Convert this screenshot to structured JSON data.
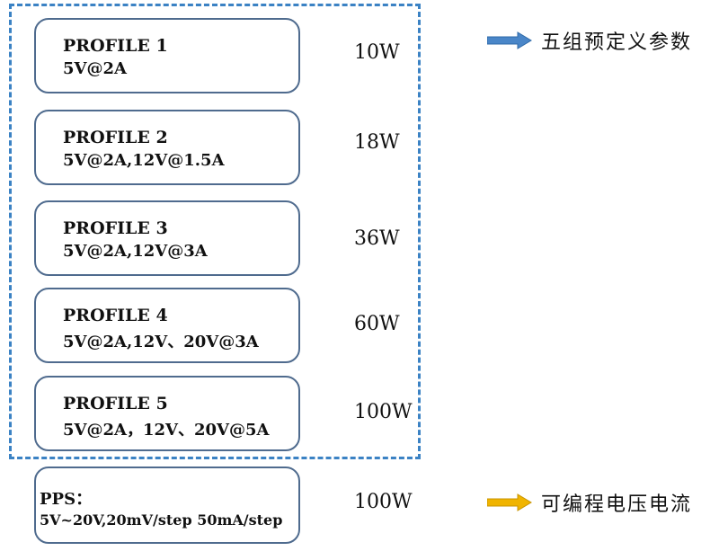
{
  "profiles": [
    {
      "name": "PROFILE 1",
      "spec": "5V@2A",
      "power": "10W"
    },
    {
      "name": "PROFILE 2",
      "spec": "5V@2A,12V@1.5A",
      "power": "18W"
    },
    {
      "name": "PROFILE 3",
      "spec": "5V@2A,12V@3A",
      "power": "36W"
    },
    {
      "name": "PROFILE 4",
      "spec": "5V@2A,12V、20V@3A",
      "power": "60W"
    },
    {
      "name": "PROFILE 5",
      "spec": "5V@2A，12V、20V@5A",
      "power": "100W"
    }
  ],
  "pps": {
    "name": "PPS：",
    "spec": "5V~20V,20mV/step 50mA/step",
    "power": "100W"
  },
  "annotations": {
    "predefined": "五组预定义参数",
    "programmable": "可编程电压电流"
  },
  "colors": {
    "dashed_border": "#3b82c4",
    "box_border": "#4f6b8e",
    "arrow_blue": "#4a86c8",
    "arrow_orange": "#f0b400"
  }
}
